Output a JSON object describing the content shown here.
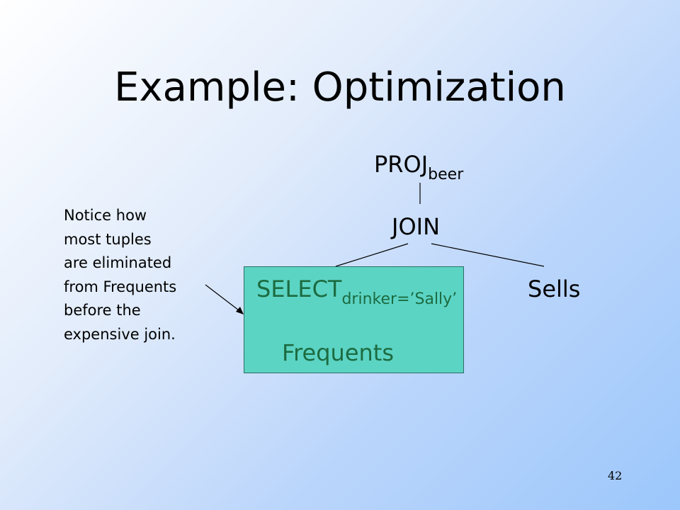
{
  "slide": {
    "title": "Example: Optimization",
    "page_number": "42"
  },
  "tree": {
    "proj": {
      "operator": "PROJ",
      "subscript": "beer"
    },
    "join": {
      "operator": "JOIN"
    },
    "select": {
      "operator": "SELECT",
      "subscript": "drinker=’Sally’"
    },
    "frequents": {
      "label": "Frequents"
    },
    "sells": {
      "label": "Sells"
    }
  },
  "note": {
    "lines": [
      "Notice how",
      "most tuples",
      "are eliminated",
      "from Frequents",
      "before the",
      "expensive join."
    ]
  },
  "colors": {
    "highlight_box": "#5cd4c4",
    "highlight_text": "#1c6b40",
    "background_light": "#ffffff",
    "background_dark": "#9cc7fb"
  }
}
